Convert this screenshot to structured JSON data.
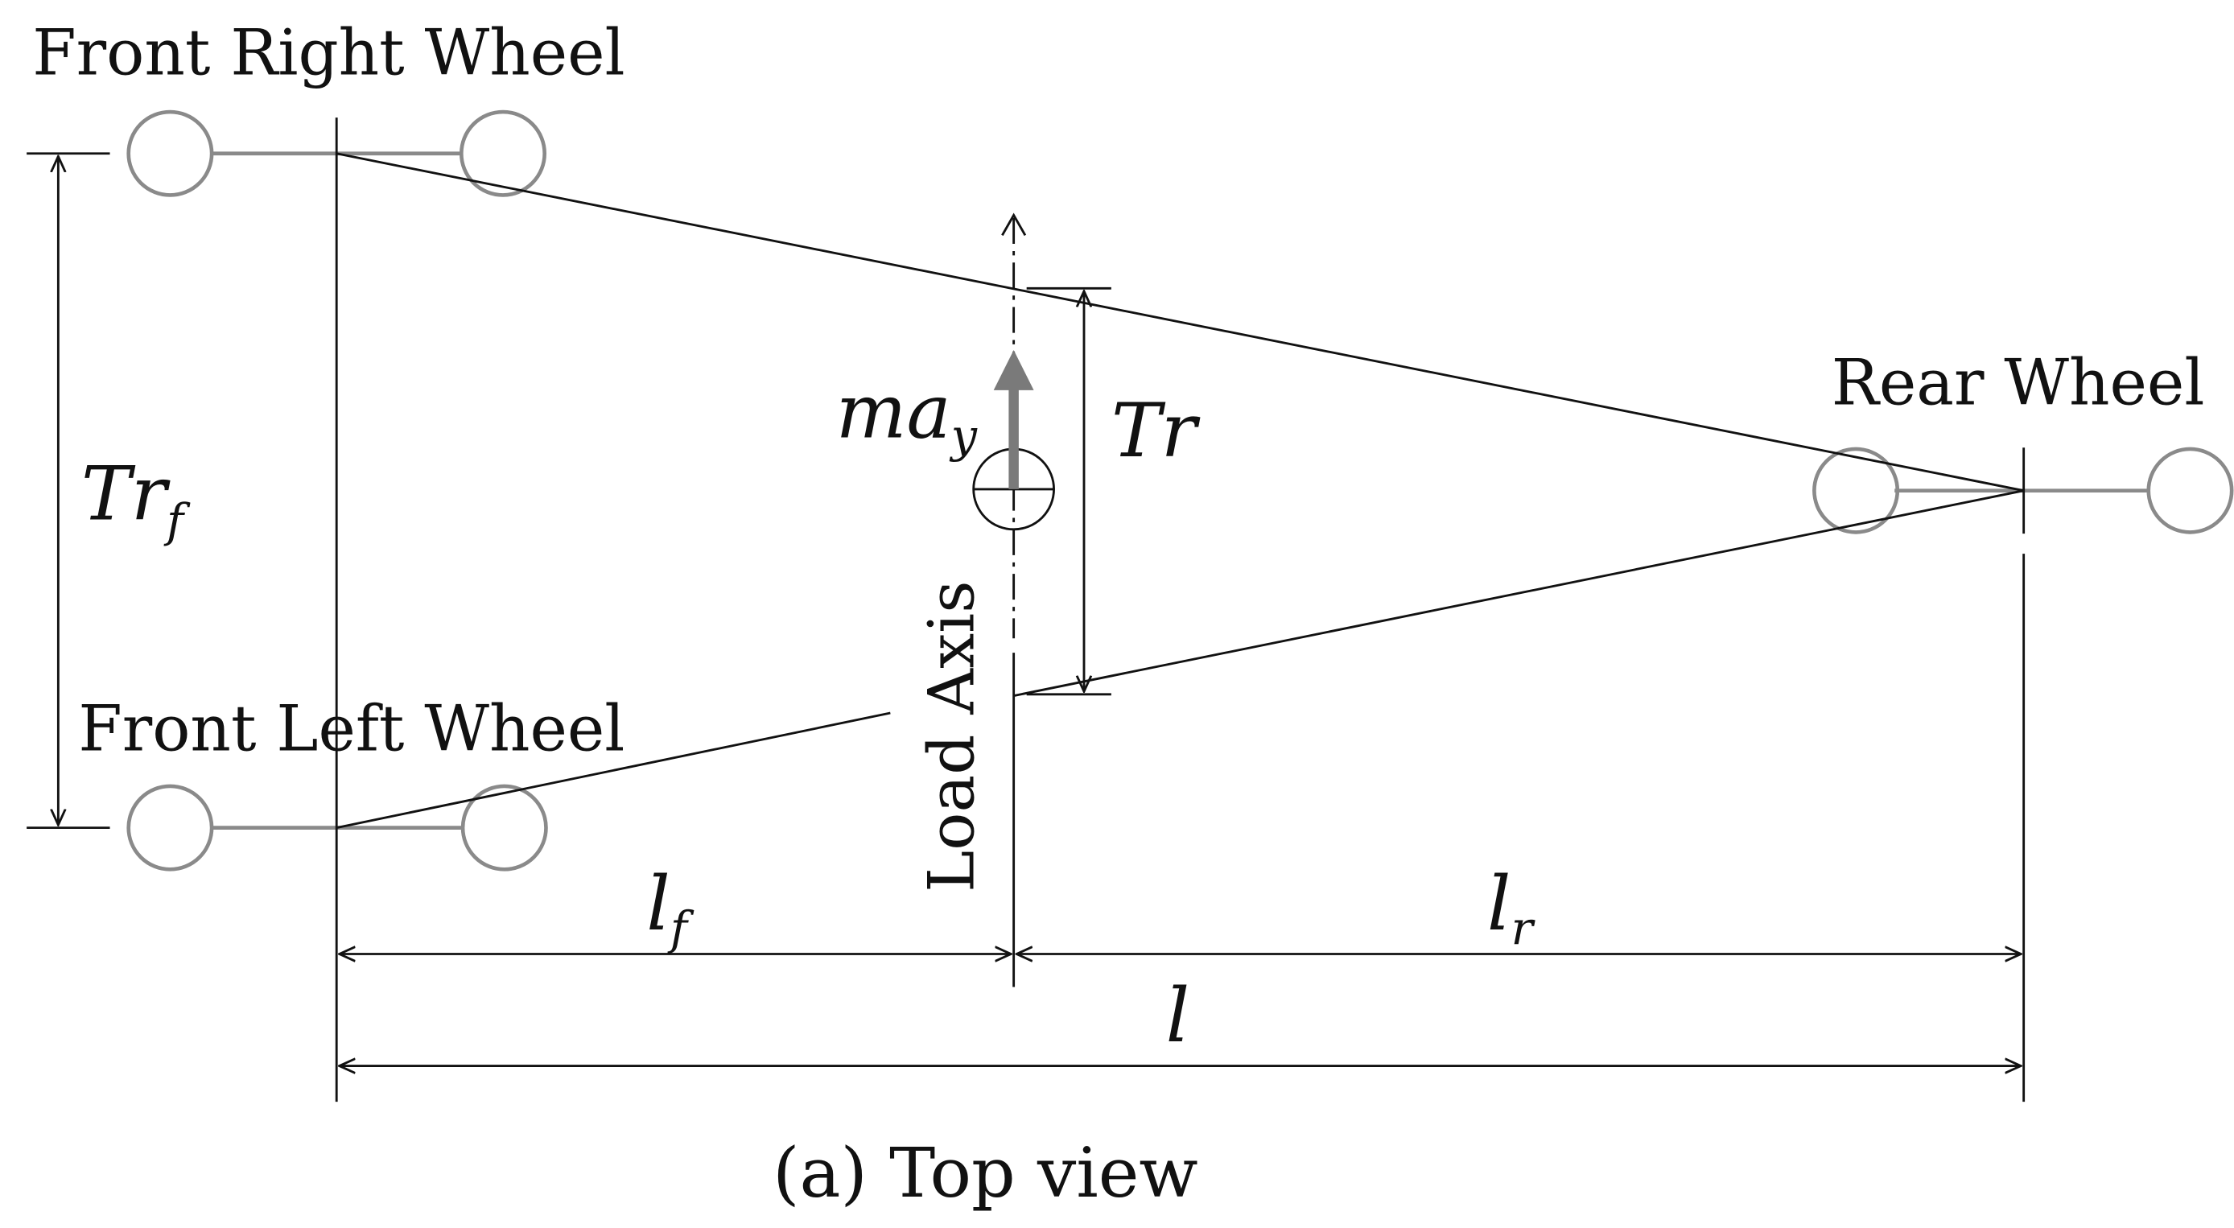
{
  "labels": {
    "front_right_wheel": "Front Right Wheel",
    "front_left_wheel": "Front Left Wheel",
    "rear_wheel": "Rear Wheel",
    "load_axis": "Load Axis",
    "caption": "(a) Top view"
  },
  "symbols": {
    "front_track": {
      "main": "Tr",
      "sub": "f"
    },
    "track_at_load": "Tr",
    "lateral_force": {
      "main": "ma",
      "sub": "y"
    },
    "front_length": {
      "main": "l",
      "sub": "f"
    },
    "rear_length": {
      "main": "l",
      "sub": "r"
    },
    "wheelbase": "l"
  },
  "colors": {
    "line": "#111111",
    "wheel": "#8a8a8a",
    "force_arrow": "#7a7a7a"
  }
}
